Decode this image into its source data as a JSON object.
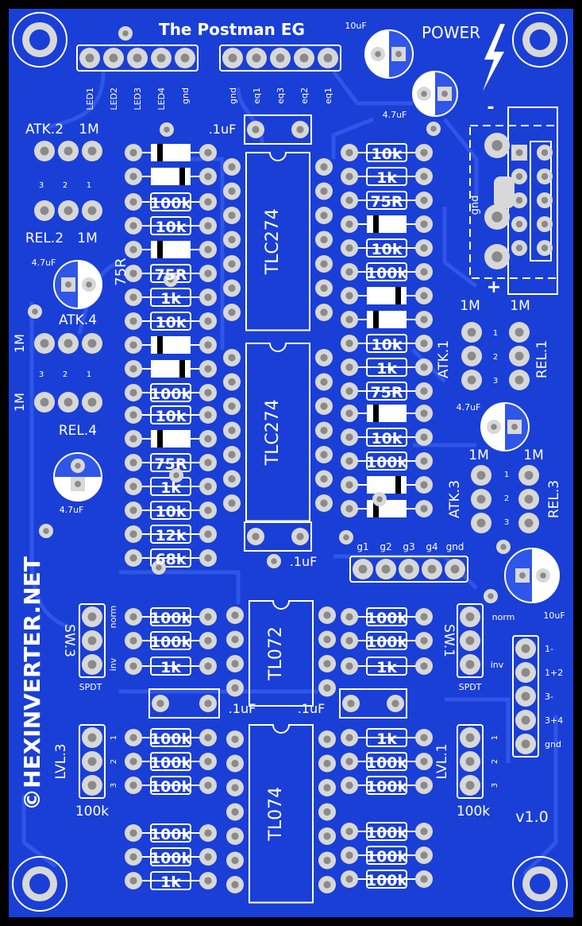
{
  "board": {
    "title": "The Postman EG",
    "brand": "©HEXINVERTER.NET",
    "version": "v1.0",
    "power_label": "POWER",
    "colors": {
      "frame": "#000000",
      "copper": "#1a3fd6",
      "copper_light": "#2f56e8",
      "silk": "#ffffff",
      "pad": "#d8d8d8",
      "pad_ring": "#8a8a8a"
    }
  },
  "header_top_left": {
    "labels": [
      "LED1",
      "LED2",
      "LED3",
      "LED4",
      "gnd"
    ]
  },
  "header_top_mid": {
    "labels": [
      "gnd",
      "eq1",
      "eq3",
      "eq2",
      "eq1"
    ]
  },
  "header_gates": {
    "labels": [
      "g1",
      "g2",
      "g3",
      "g4",
      "gnd"
    ]
  },
  "header_outputs": {
    "labels": [
      "1-",
      "1+2",
      "3-",
      "3+4",
      "gnd"
    ]
  },
  "power": {
    "gnd": "gnd",
    "minus": "-",
    "plus": "+"
  },
  "pots": {
    "atk2": {
      "name": "ATK.2",
      "value": "1M"
    },
    "rel2": {
      "name": "REL.2",
      "value": "1M"
    },
    "atk4": {
      "name": "ATK.4",
      "value": "1M"
    },
    "rel4": {
      "name": "REL.4",
      "value": "1M"
    },
    "atk1": {
      "name": "ATK.1",
      "value": "1M"
    },
    "rel1": {
      "name": "REL.1",
      "value": "1M"
    },
    "atk3": {
      "name": "ATK.3",
      "value": "1M"
    },
    "rel3": {
      "name": "REL.3",
      "value": "1M"
    },
    "lvl3": {
      "name": "LVL.3",
      "value": "100k"
    },
    "lvl1": {
      "name": "LVL.1",
      "value": "100k"
    },
    "pin_numbers": [
      "3",
      "2",
      "1"
    ]
  },
  "switches": {
    "sw3": {
      "name": "SW.3",
      "top": "norm",
      "bottom": "inv",
      "type": "SPDT"
    },
    "sw1": {
      "name": "SW.1",
      "top": "norm",
      "bottom": "inv",
      "type": "SPDT"
    }
  },
  "chips": {
    "u1": "TLC274",
    "u2": "TLC274",
    "u3": "TL072",
    "u4": "TL074"
  },
  "capacitors": {
    "c_10uF_top": "10uF",
    "c_47_top": "4.7uF",
    "c_47_left": "4.7uF",
    "c_47_left2": "4.7uF",
    "c_47_right": "4.7uF",
    "c_10uF_right": "10uF",
    "film1": ".1uF",
    "film2": ".1uF",
    "film3": ".1uF",
    "film4": ".1uF"
  },
  "resistors_left": [
    "",
    "",
    "100k",
    "10k",
    "",
    "75R",
    "1k",
    "10k",
    "",
    "",
    "100k",
    "10k",
    "",
    "75R",
    "1k",
    "10k",
    "12k",
    "68k"
  ],
  "resistors_right": [
    "10k",
    "1k",
    "75R",
    "",
    "10k",
    "100k",
    "",
    "",
    "10k",
    "1k",
    "75R",
    "",
    "10k",
    "100k",
    "",
    ""
  ],
  "resistors_mid_left": [
    "100k",
    "100k",
    "1k"
  ],
  "resistors_mid_right": [
    "100k",
    "100k",
    "1k"
  ],
  "resistors_low_left": [
    "100k",
    "100k",
    "100k",
    "100k",
    "100k",
    "1k"
  ],
  "resistors_low_right": [
    "1k",
    "100k",
    "100k",
    "100k",
    "100k",
    "100k"
  ]
}
